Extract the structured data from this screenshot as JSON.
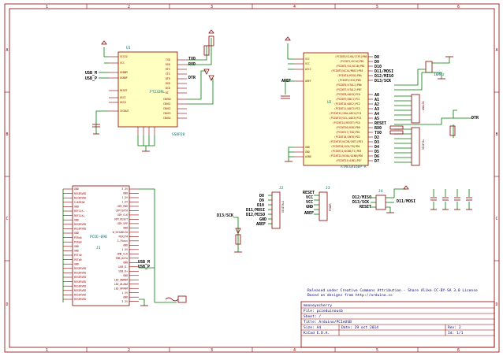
{
  "frame": {
    "columns": [
      "1",
      "2",
      "3",
      "4",
      "5",
      "6"
    ],
    "rows": [
      "A",
      "B",
      "C",
      "D"
    ]
  },
  "u1": {
    "ref": "U1",
    "value": "FT232RL",
    "footprint": "SSOP28",
    "pins_left": [
      "VCCIO",
      "VCC",
      "USBDM",
      "USBDP",
      "RESET",
      "OSCI",
      "OSCO",
      "3V3OUT",
      "GND"
    ],
    "pins_right": [
      "TXD",
      "RXD",
      "RTS",
      "CTS",
      "DTR",
      "DSR",
      "DCD",
      "RI",
      "CBUS0",
      "CBUS1",
      "CBUS2",
      "CBUS3",
      "CBUS4"
    ],
    "nets_left": [
      "USB_M",
      "USB_P"
    ],
    "nets_right": [
      "TXD",
      "RXD",
      "DTR"
    ]
  },
  "u2": {
    "value": "ATMEGA168P-A",
    "ref": "U2",
    "pins_left": [
      "VCC",
      "VCC",
      "AVCC",
      "AREF",
      "GND",
      "GND",
      "AGND"
    ],
    "pins_right": [
      "(PCINT0/CLKO/ICP1)PB0",
      "(PCINT1/OC1A)PB1",
      "(PCINT2/SS/OC1B)PB2",
      "(PCINT3/OC2A/MOSI)PB3",
      "(PCINT4/MISO)PB4",
      "(PCINT5/SCK)PB5",
      "(PCINT6/XTAL1)PB6",
      "(PCINT7/XTAL2)PB7",
      "(PCINT8/ADC0)PC0",
      "(PCINT9/ADC1)PC1",
      "(PCINT10/ADC2)PC2",
      "(PCINT11/ADC3)PC3",
      "(PCINT12/SDA/ADC4)PC4",
      "(PCINT13/SCL/ADC5)PC5",
      "(PCINT14/RESET)PC6",
      "(PCINT16/RXD)PD0",
      "(PCINT17/TXD)PD1",
      "(PCINT18/INT0)PD2",
      "(PCINT19/OC2B/INT1)PD3",
      "(PCINT20/XCK/T0)PD4",
      "(PCINT21/OC0B/T1)PD5",
      "(PCINT22/OC0A/AIN0)PD6",
      "(PCINT23/AIN1)PD7"
    ],
    "nets_right": [
      "D8",
      "D9",
      "D10",
      "D11/MOSI",
      "D12/MISO",
      "D13/SCK",
      "A0",
      "A1",
      "A2",
      "A3",
      "A4",
      "A5",
      "RESET",
      "RX0",
      "TX0",
      "D2",
      "D3",
      "D4",
      "D5",
      "D6",
      "D7"
    ],
    "net_aref": "AREF",
    "analog_label": "ANALOG",
    "digital_label": "DIGITAL",
    "crystal_label": "16MHz",
    "dtr_label": "DTR"
  },
  "j1": {
    "ref": "J1",
    "value": "PCIE-098",
    "left_pins": [
      "GND",
      "RESERVED",
      "RESERVED",
      "CLKREQ#",
      "GND",
      "REFCLK-",
      "REFCLK+",
      "GND",
      "RESERVED",
      "RESERVED",
      "GND",
      "PERn0",
      "PERp0",
      "GND",
      "GND",
      "PETn0",
      "PETp0",
      "GND",
      "RESERVED",
      "RESERVED",
      "RESERVED",
      "RESERVED",
      "RESERVED",
      "RESERVED",
      "RESERVED",
      "RESERVED"
    ],
    "right_pins": [
      "3.3V",
      "GND",
      "1.5V",
      "1.5V",
      "UIM_PWR",
      "UIM_DATA",
      "UIM_CLK",
      "UIM_RESET",
      "UIM_VPP",
      "GND",
      "W_DISABLE#",
      "PERST#",
      "3.3Vaux",
      "GND",
      "1.5V",
      "SMB_CLK",
      "SMB_DATA",
      "GND",
      "USB_D-",
      "USB_D+",
      "GND",
      "LED_WWAN#",
      "LED_WLAN#",
      "LED_WPAN#",
      "1.5V",
      "GND",
      "3.3V"
    ],
    "nets": [
      "USB_M",
      "USB_P"
    ]
  },
  "j2": {
    "ref": "J2",
    "label": "DIGITAL2",
    "nets": [
      "D8",
      "D9",
      "D10",
      "D11/MOSI",
      "D12/MISO",
      "GND",
      "AREF"
    ],
    "net_extra": "D13/SCK"
  },
  "j3": {
    "ref": "J3",
    "label": "POWER",
    "nets": [
      "RESET",
      "VCC",
      "VCC",
      "GND",
      "AREF"
    ]
  },
  "j4": {
    "ref": "J4",
    "nets_left": [
      "D12/MISO",
      "D13/SCK",
      "RESET"
    ],
    "nets_right": [
      "D11/MOSI"
    ]
  },
  "note": {
    "line1": "Released under Creative Commons Attribution - Share Alike CC-BY-SA 3.0 License",
    "line2": "Based on designs from http://arduino.cc"
  },
  "title_block": {
    "company": "mooneyecherry",
    "file_label": "File: pcieduinousb",
    "sheet_label": "Sheet: /",
    "title_label": "Title: Arduino/PCIeUSB",
    "size_label": "Size: A4",
    "date_label": "Date: 29 oct 2014",
    "rev_label": "Rev: 2",
    "tool_label": "KiCad E.D.A.",
    "id_label": "Id: 1/1"
  }
}
